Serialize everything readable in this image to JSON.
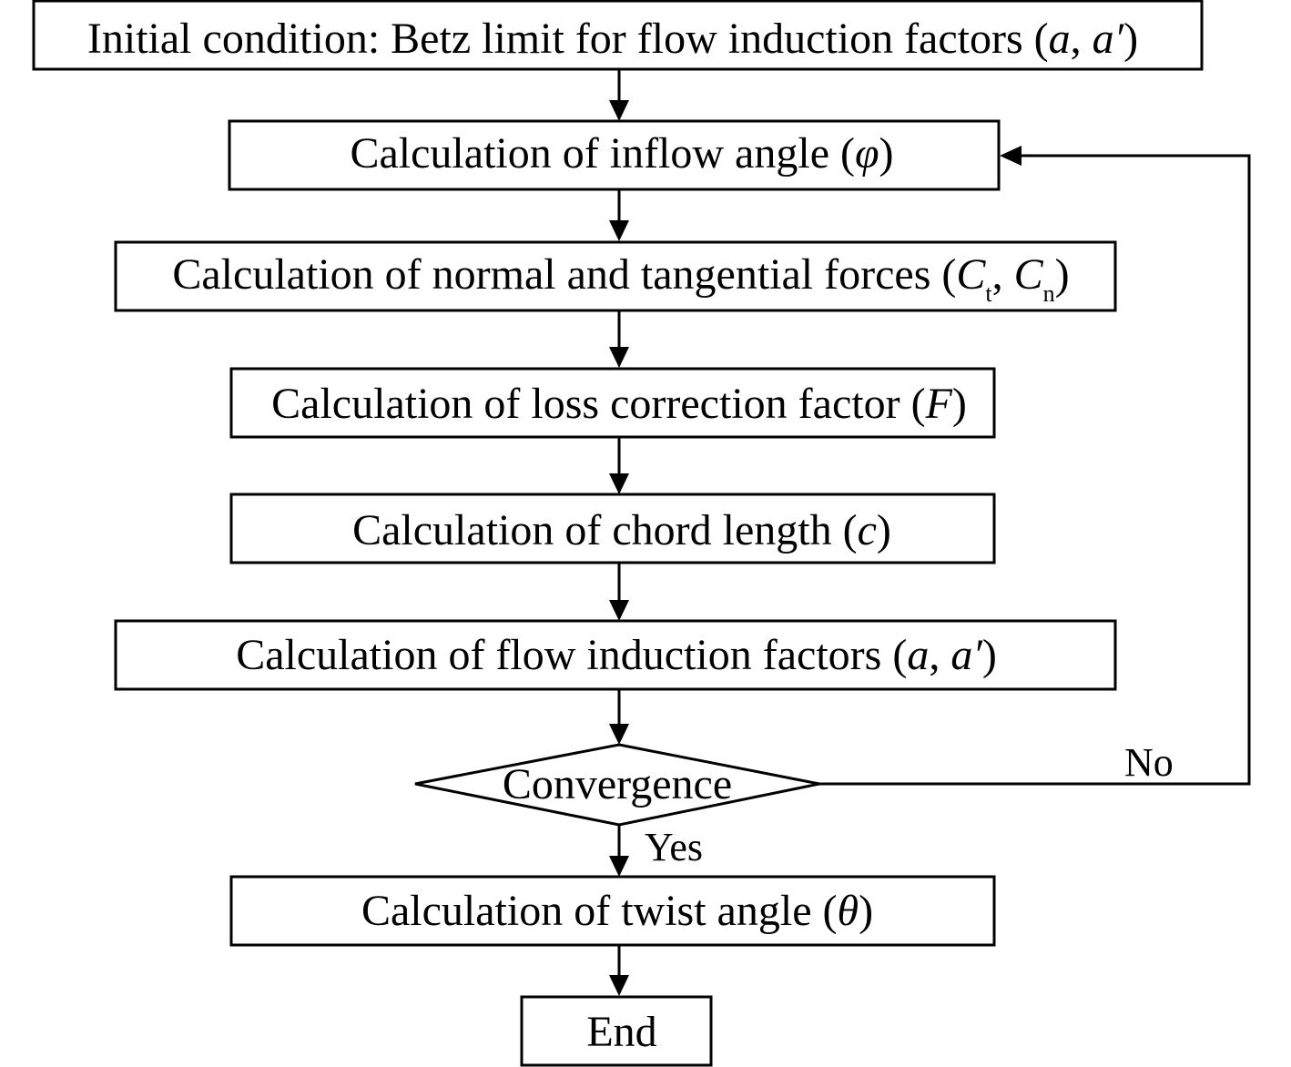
{
  "flowchart": {
    "steps": {
      "init": {
        "text": "Initial condition: Betz limit for flow induction factors (",
        "var_a": "a",
        "comma": ", ",
        "var_a_prime": "a",
        "prime": "′",
        "close": ")"
      },
      "inflow": {
        "text": "Calculation of inflow angle (",
        "var": "φ",
        "close": ")"
      },
      "forces": {
        "text": "Calculation of normal and tangential forces (",
        "var_c1": "C",
        "sub_t": "t",
        "comma": ", ",
        "var_c2": "C",
        "sub_n": "n",
        "close": ")"
      },
      "loss": {
        "text": "Calculation of loss correction factor (",
        "var": "F",
        "close": ")"
      },
      "chord": {
        "text": "Calculation of chord length (",
        "var": "c",
        "close": ")"
      },
      "induction": {
        "text": "Calculation of flow induction factors (",
        "var_a": "a",
        "comma": ", ",
        "var_a_prime": "a",
        "prime": "′",
        "close": ")"
      },
      "convergence": {
        "text": "Convergence"
      },
      "twist": {
        "text": "Calculation of twist angle (",
        "var": "θ",
        "close": ")"
      },
      "end": {
        "text": "End"
      }
    },
    "edges": {
      "no_label": "No",
      "yes_label": "Yes"
    },
    "colors": {
      "stroke": "#000000",
      "fill": "#ffffff",
      "text": "#000000"
    }
  }
}
